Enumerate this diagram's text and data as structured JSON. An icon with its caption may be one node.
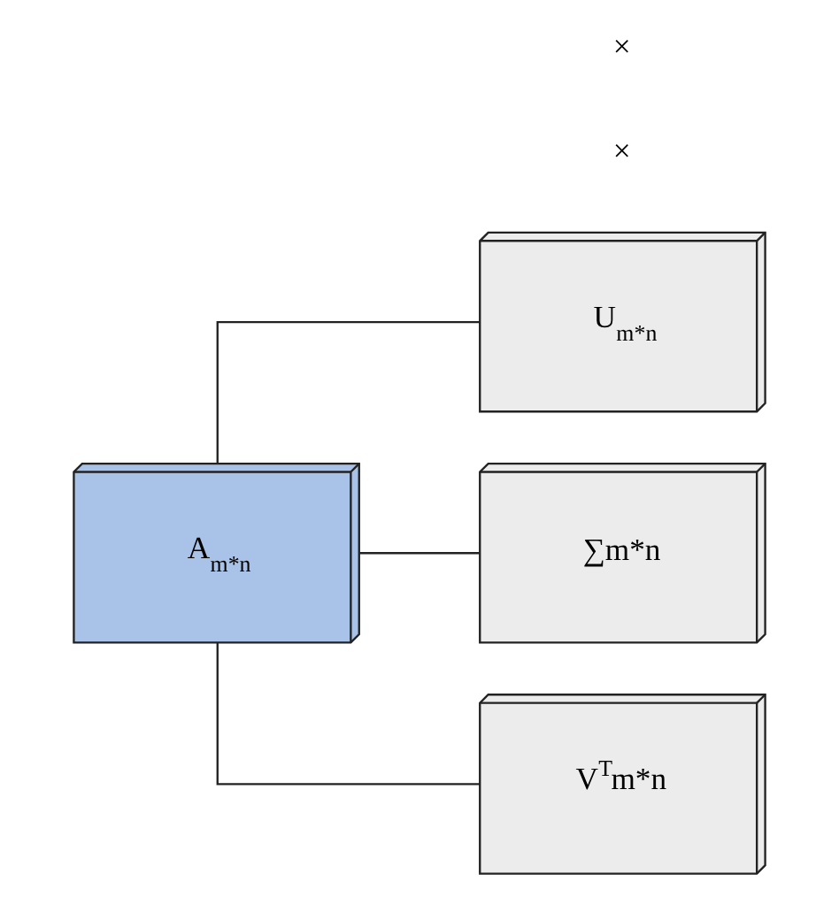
{
  "diagram": {
    "nodes": [
      {
        "text": [
          "A$_{m*n}$"
        ]
      },
      {
        "text": [
          "U$_{m*n}$"
        ]
      },
      {
        "text": [
          "∑m*n"
        ]
      },
      {
        "text": [
          "V$^{T}$m*n"
        ]
      }
    ],
    "edges": [
      {
        "from": 0,
        "to": 1,
        "arrow": "none"
      },
      {
        "from": 0,
        "to": 2,
        "arrow": "none"
      },
      {
        "from": 0,
        "to": 3,
        "arrow": "none"
      }
    ],
    "labels": [
      "×",
      "×"
    ]
  }
}
